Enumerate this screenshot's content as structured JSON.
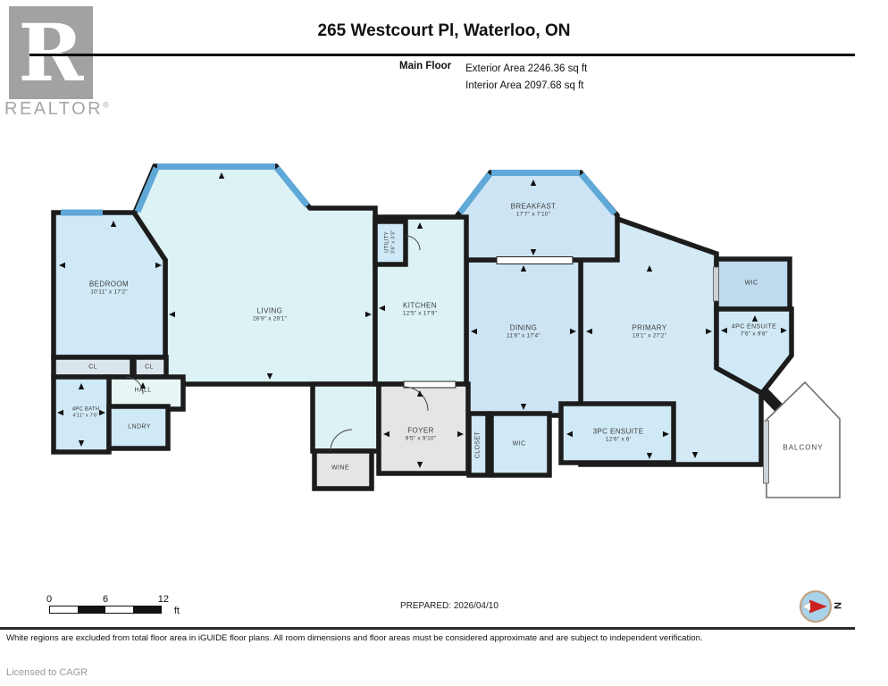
{
  "header": {
    "logo_letter": "R",
    "logo_brand": "REALTOR",
    "logo_registered": "®",
    "title": "265 Westcourt Pl, Waterloo, ON",
    "floor_label": "Main Floor",
    "exterior_area": "Exterior Area 2246.36 sq ft",
    "interior_area": "Interior Area 2097.68 sq ft"
  },
  "rooms": {
    "bedroom": {
      "name": "BEDROOM",
      "dims": "10'11\" x 17'2\""
    },
    "cl1": {
      "name": "CL"
    },
    "cl2": {
      "name": "CL"
    },
    "bath4pc": {
      "name": "4PC BATH",
      "dims": "4'11\" x 7'6\""
    },
    "hall": {
      "name": "HALL"
    },
    "lndry": {
      "name": "LNDRY"
    },
    "living": {
      "name": "LIVING",
      "dims": "26'9\" x 29'1\""
    },
    "utility": {
      "name": "UTILITY",
      "dims": "3'6\" x 3'3\""
    },
    "kitchen": {
      "name": "KITCHEN",
      "dims": "12'5\" x 17'9\""
    },
    "breakfast": {
      "name": "BREAKFAST",
      "dims": "17'7\" x 7'10\""
    },
    "dining": {
      "name": "DINING",
      "dims": "11'6\" x 17'4\""
    },
    "primary": {
      "name": "PRIMARY",
      "dims": "19'1\" x 27'2\""
    },
    "wic_top": {
      "name": "WIC"
    },
    "ensuite4pc": {
      "name": "4PC ENSUITE",
      "dims": "7'6\" x 9'8\""
    },
    "foyer": {
      "name": "FOYER",
      "dims": "9'5\" x 9'10\""
    },
    "closet": {
      "name": "CLOSET"
    },
    "wic_bottom": {
      "name": "WIC"
    },
    "ensuite3pc": {
      "name": "3PC ENSUITE",
      "dims": "12'6\" x 6'"
    },
    "wine": {
      "name": "WINE"
    },
    "balcony": {
      "name": "BALCONY"
    }
  },
  "footer": {
    "scale": {
      "tick0": "0",
      "tick6": "6",
      "tick12": "12",
      "unit": "ft"
    },
    "prepared": "PREPARED: 2026/04/10",
    "compass_label": "N",
    "disclaimer": "White regions are excluded from total floor area in iGUIDE floor plans. All room dimensions and floor areas must be considered approximate and are subject to independent verification.",
    "license": "Licensed to CAGR"
  },
  "icons": {
    "realtor_logo": "realtor-logo",
    "compass": "compass-icon"
  },
  "colors": {
    "wall": "#1c1c1c",
    "window_blue": "#5fa8d7",
    "room_cyan": "#dcf2f4",
    "room_blue": "#cfe9f6",
    "room_blue_med": "#cde4f4",
    "room_blue_dark": "#bedaed",
    "room_gray": "#e5e5e5",
    "compass_red": "#cc2222",
    "logo_gray": "#a2a2a2"
  }
}
